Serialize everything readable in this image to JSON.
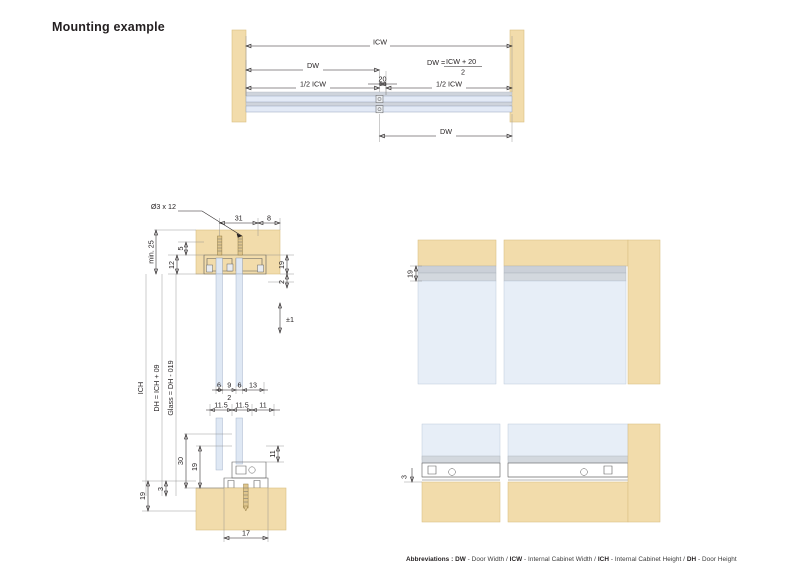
{
  "page": {
    "title": "Mounting example",
    "background_color": "#ffffff",
    "wood_color": "#f2dcab",
    "wood_edge_color": "#d9be82",
    "glass_color": "#dfe8f4",
    "metal_color": "#c9ced6",
    "metal_light": "#e8ebef",
    "line_color": "#231f20"
  },
  "abbreviations": {
    "prefix": "Abbreviations : ",
    "items": [
      {
        "code": "DW",
        "meaning": " - Door Width / "
      },
      {
        "code": "ICW",
        "meaning": " - Internal Cabinet Width / "
      },
      {
        "code": "ICH",
        "meaning": " - Internal Cabinet Height / "
      },
      {
        "code": "DH",
        "meaning": " - Door Height"
      }
    ]
  },
  "figures": {
    "top_plan": {
      "name": "top-plan-view",
      "dimensions": {
        "icw": "ICW",
        "dw_upper": "DW",
        "half_icw_left": "1/2 ICW",
        "half_icw_right": "1/2 ICW",
        "overlap": "20",
        "dw_lower": "DW"
      },
      "formula": {
        "lhs": "DW =",
        "numerator": "ICW + 20",
        "denominator": "2"
      }
    },
    "section_main": {
      "name": "vertical-section-detail",
      "callouts": {
        "screw_spec": "Ø3 x 12"
      },
      "top_horizontal": {
        "a": "31",
        "b": "8"
      },
      "top_vertical_left": {
        "min_gap": "min. 25",
        "a": "5",
        "b": "12"
      },
      "top_vertical_right": {
        "a": "19",
        "b": "2",
        "tolerance": "±1"
      },
      "height_labels": {
        "ich": "ICH",
        "dh": "DH = ICH + 09",
        "glass": "Glass = DH - 019"
      },
      "mid_horizontal": {
        "a": "6",
        "b": "9",
        "c": "6",
        "d": "13"
      },
      "gap_label": "2",
      "lower_horizontal": {
        "a": "11.5",
        "b": "11.5",
        "c": "11"
      },
      "bottom_vertical": {
        "a": "30",
        "b": "19",
        "c": "11",
        "d": "19",
        "e": "3"
      },
      "base_width": "17"
    },
    "top_right_view": {
      "name": "top-corner-front-view",
      "dimensions": {
        "rail_height": "19"
      }
    },
    "bottom_right_view": {
      "name": "bottom-corner-front-view",
      "dimensions": {
        "floor_gap": "3"
      }
    }
  }
}
